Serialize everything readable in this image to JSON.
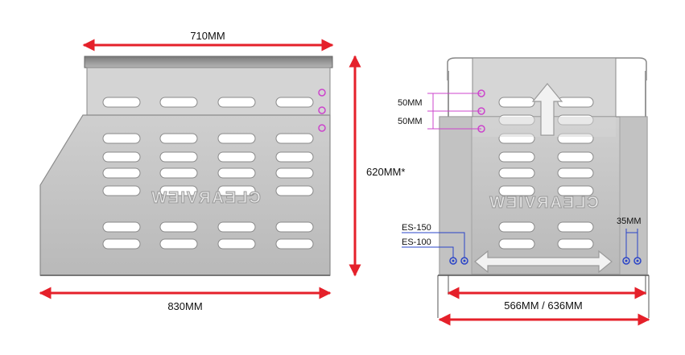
{
  "left_view": {
    "top_width_label": "710MM",
    "bottom_width_label": "830MM",
    "height_label": "620MM*",
    "logo_text": "CLEARVIEW"
  },
  "right_view": {
    "spacing_label_1": "50MM",
    "spacing_label_2": "50MM",
    "hole_spacing_label": "35MM",
    "hole_label_1": "ES-150",
    "hole_label_2": "ES-100",
    "width_label": "566MM / 636MM",
    "logo_text": "CLEARVIEW"
  },
  "colors": {
    "arrow_red": "#e5202a",
    "dim_magenta": "#cc44cc",
    "dim_blue": "#2a44c8",
    "plate_gray": "#c8c8c8",
    "plate_edge": "#8a8a8a"
  }
}
